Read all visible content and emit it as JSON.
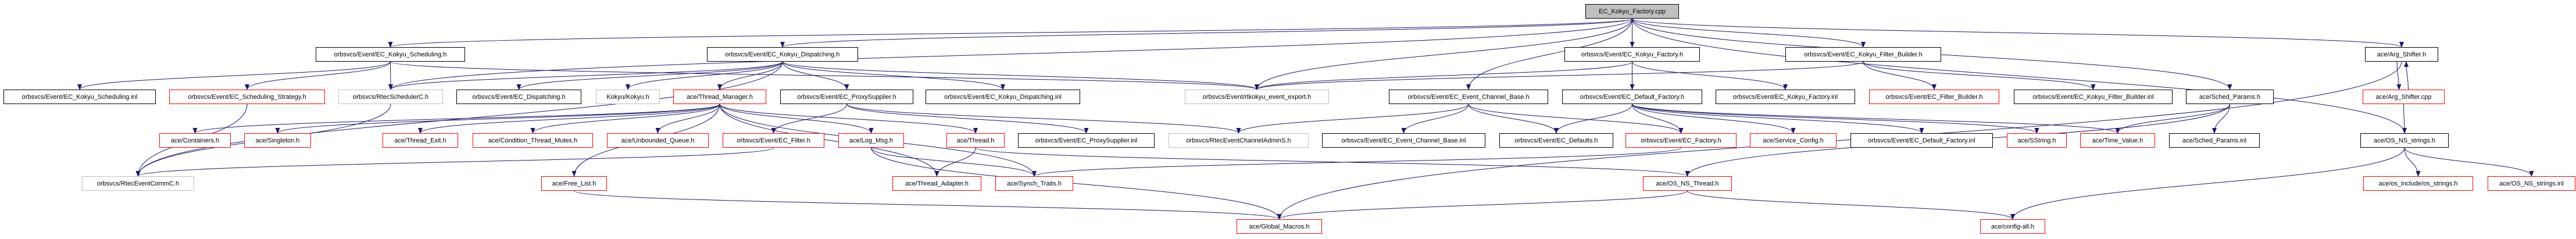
{
  "colors": {
    "edge": "#191970",
    "box_default": "#000000",
    "box_truncated": "#ff0000",
    "box_external": "#bfbfbf",
    "root_fill": "#bfbfbf"
  },
  "nodes": [
    {
      "id": "cpp",
      "label": "EC_Kokyu_Factory.cpp",
      "style": "root"
    },
    {
      "id": "kschedh",
      "label": "orbsvcs/Event/EC_Kokyu_Scheduling.h",
      "style": "black"
    },
    {
      "id": "kdisph",
      "label": "orbsvcs/Event/EC_Kokyu_Dispatching.h",
      "style": "black"
    },
    {
      "id": "kfacth",
      "label": "orbsvcs/Event/EC_Kokyu_Factory.h",
      "style": "black"
    },
    {
      "id": "kfilth",
      "label": "orbsvcs/Event/EC_Kokyu_Filter_Builder.h",
      "style": "black"
    },
    {
      "id": "argh",
      "label": "ace/Arg_Shifter.h",
      "style": "black"
    },
    {
      "id": "kschedinl",
      "label": "orbsvcs/Event/EC_Kokyu_Scheduling.inl",
      "style": "black"
    },
    {
      "id": "schedstrat",
      "label": "orbsvcs/Event/EC_Scheduling_Strategy.h",
      "style": "red"
    },
    {
      "id": "rtsched",
      "label": "orbsvcs/RtecSchedulerC.h",
      "style": "gray"
    },
    {
      "id": "ecdisp",
      "label": "orbsvcs/Event/EC_Dispatching.h",
      "style": "black"
    },
    {
      "id": "kokyu",
      "label": "Kokyu/Kokyu.h",
      "style": "gray"
    },
    {
      "id": "thrmgr",
      "label": "ace/Thread_Manager.h",
      "style": "red"
    },
    {
      "id": "proxysup",
      "label": "orbsvcs/Event/EC_ProxySupplier.h",
      "style": "black"
    },
    {
      "id": "kdispinl",
      "label": "orbsvcs/Event/EC_Kokyu_Dispatching.inl",
      "style": "black"
    },
    {
      "id": "rtexport",
      "label": "orbsvcs/Event/rtkokyu_event_export.h",
      "style": "gray"
    },
    {
      "id": "ecbase",
      "label": "orbsvcs/Event/EC_Event_Channel_Base.h",
      "style": "black"
    },
    {
      "id": "defact",
      "label": "orbsvcs/Event/EC_Default_Factory.h",
      "style": "black"
    },
    {
      "id": "kfactinl",
      "label": "orbsvcs/Event/EC_Kokyu_Factory.inl",
      "style": "black"
    },
    {
      "id": "filtb",
      "label": "orbsvcs/Event/EC_Filter_Builder.h",
      "style": "red"
    },
    {
      "id": "kfiltinl",
      "label": "orbsvcs/Event/EC_Kokyu_Filter_Builder.inl",
      "style": "black"
    },
    {
      "id": "schedp",
      "label": "ace/Sched_Params.h",
      "style": "black"
    },
    {
      "id": "argcpp",
      "label": "ace/Arg_Shifter.cpp",
      "style": "red"
    },
    {
      "id": "containers",
      "label": "ace/Containers.h",
      "style": "red"
    },
    {
      "id": "singleton",
      "label": "ace/Singleton.h",
      "style": "red"
    },
    {
      "id": "threxit",
      "label": "ace/Thread_Exit.h",
      "style": "red"
    },
    {
      "id": "condmutex",
      "label": "ace/Condition_Thread_Mutex.h",
      "style": "red"
    },
    {
      "id": "unbq",
      "label": "ace/Unbounded_Queue.h",
      "style": "red"
    },
    {
      "id": "ecfilter",
      "label": "orbsvcs/Event/EC_Filter.h",
      "style": "red"
    },
    {
      "id": "logmsg",
      "label": "ace/Log_Msg.h",
      "style": "red"
    },
    {
      "id": "thread",
      "label": "ace/Thread.h",
      "style": "red"
    },
    {
      "id": "proxyinl",
      "label": "orbsvcs/Event/EC_ProxySupplier.inl",
      "style": "black"
    },
    {
      "id": "rtadmin",
      "label": "orbsvcs/RtecEventChannelAdminS.h",
      "style": "gray"
    },
    {
      "id": "ecbaseinl",
      "label": "orbsvcs/Event/EC_Event_Channel_Base.inl",
      "style": "black"
    },
    {
      "id": "defaults",
      "label": "orbsvcs/Event/EC_Defaults.h",
      "style": "black"
    },
    {
      "id": "ecfactory",
      "label": "orbsvcs/Event/EC_Factory.h",
      "style": "red"
    },
    {
      "id": "svcconf",
      "label": "ace/Service_Config.h",
      "style": "red"
    },
    {
      "id": "defactinl",
      "label": "orbsvcs/Event/EC_Default_Factory.inl",
      "style": "black"
    },
    {
      "id": "sstring",
      "label": "ace/SString.h",
      "style": "red"
    },
    {
      "id": "timeval",
      "label": "ace/Time_Value.h",
      "style": "red"
    },
    {
      "id": "schedpinl",
      "label": "ace/Sched_Params.inl",
      "style": "black"
    },
    {
      "id": "osstrh",
      "label": "ace/OS_NS_strings.h",
      "style": "black"
    },
    {
      "id": "rtcomm",
      "label": "orbsvcs/RtecEventCommC.h",
      "style": "gray"
    },
    {
      "id": "freelist",
      "label": "ace/Free_List.h",
      "style": "red"
    },
    {
      "id": "thradapt",
      "label": "ace/Thread_Adapter.h",
      "style": "red"
    },
    {
      "id": "synch",
      "label": "ace/Synch_Traits.h",
      "style": "red"
    },
    {
      "id": "osthread",
      "label": "ace/OS_NS_Thread.h",
      "style": "red"
    },
    {
      "id": "osincstr",
      "label": "ace/os_include/os_strings.h",
      "style": "red"
    },
    {
      "id": "osstrinl",
      "label": "ace/OS_NS_strings.inl",
      "style": "red"
    },
    {
      "id": "globmac",
      "label": "ace/Global_Macros.h",
      "style": "red"
    },
    {
      "id": "configall",
      "label": "ace/config-all.h",
      "style": "red"
    }
  ],
  "edges": [
    [
      "cpp",
      "kschedh"
    ],
    [
      "cpp",
      "kdisph"
    ],
    [
      "cpp",
      "rtexport"
    ],
    [
      "cpp",
      "kfacth"
    ],
    [
      "cpp",
      "ecbase"
    ],
    [
      "cpp",
      "kfilth"
    ],
    [
      "cpp",
      "argh"
    ],
    [
      "cpp",
      "schedp"
    ],
    [
      "cpp",
      "osstrh"
    ],
    [
      "cpp",
      "rtsched"
    ],
    [
      "kschedh",
      "kschedinl"
    ],
    [
      "kschedh",
      "schedstrat"
    ],
    [
      "kschedh",
      "rtsched"
    ],
    [
      "kschedh",
      "rtexport"
    ],
    [
      "kdisph",
      "rtsched"
    ],
    [
      "kdisph",
      "ecdisp"
    ],
    [
      "kdisph",
      "kokyu"
    ],
    [
      "kdisph",
      "thrmgr"
    ],
    [
      "kdisph",
      "proxysup"
    ],
    [
      "kdisph",
      "kdispinl"
    ],
    [
      "kdisph",
      "rtexport"
    ],
    [
      "kdisph",
      "rtcomm"
    ],
    [
      "schedstrat",
      "rtcomm"
    ],
    [
      "rtsched",
      "rtcomm"
    ],
    [
      "thrmgr",
      "containers"
    ],
    [
      "thrmgr",
      "singleton"
    ],
    [
      "thrmgr",
      "threxit"
    ],
    [
      "thrmgr",
      "condmutex"
    ],
    [
      "thrmgr",
      "unbq"
    ],
    [
      "thrmgr",
      "logmsg"
    ],
    [
      "thrmgr",
      "thread"
    ],
    [
      "thrmgr",
      "freelist"
    ],
    [
      "thrmgr",
      "synch"
    ],
    [
      "thrmgr",
      "thradapt"
    ],
    [
      "proxysup",
      "ecfilter"
    ],
    [
      "proxysup",
      "proxyinl"
    ],
    [
      "proxysup",
      "rtadmin"
    ],
    [
      "ecfilter",
      "rtcomm"
    ],
    [
      "logmsg",
      "synch"
    ],
    [
      "logmsg",
      "globmac"
    ],
    [
      "thread",
      "thradapt"
    ],
    [
      "thread",
      "osthread"
    ],
    [
      "freelist",
      "globmac"
    ],
    [
      "kfacth",
      "rtexport"
    ],
    [
      "kfacth",
      "defact"
    ],
    [
      "kfacth",
      "kfactinl"
    ],
    [
      "ecbase",
      "rtadmin"
    ],
    [
      "ecbase",
      "ecbaseinl"
    ],
    [
      "ecbase",
      "defaults"
    ],
    [
      "ecbase",
      "ecfactory"
    ],
    [
      "defact",
      "defaults"
    ],
    [
      "defact",
      "ecfactory"
    ],
    [
      "defact",
      "svcconf"
    ],
    [
      "defact",
      "defactinl"
    ],
    [
      "defact",
      "sstring"
    ],
    [
      "defact",
      "timeval"
    ],
    [
      "ecfactory",
      "synch"
    ],
    [
      "kfilth",
      "rtexport"
    ],
    [
      "kfilth",
      "filtb"
    ],
    [
      "kfilth",
      "kfiltinl"
    ],
    [
      "schedp",
      "timeval"
    ],
    [
      "schedp",
      "schedpinl"
    ],
    [
      "schedp",
      "osthread"
    ],
    [
      "argh",
      "argcpp"
    ],
    [
      "argh",
      "globmac"
    ],
    [
      "argcpp",
      "argh"
    ],
    [
      "argcpp",
      "osstrh"
    ],
    [
      "osstrh",
      "osincstr"
    ],
    [
      "osstrh",
      "osstrinl"
    ],
    [
      "osstrh",
      "configall"
    ],
    [
      "osthread",
      "configall"
    ],
    [
      "osthread",
      "globmac"
    ]
  ]
}
